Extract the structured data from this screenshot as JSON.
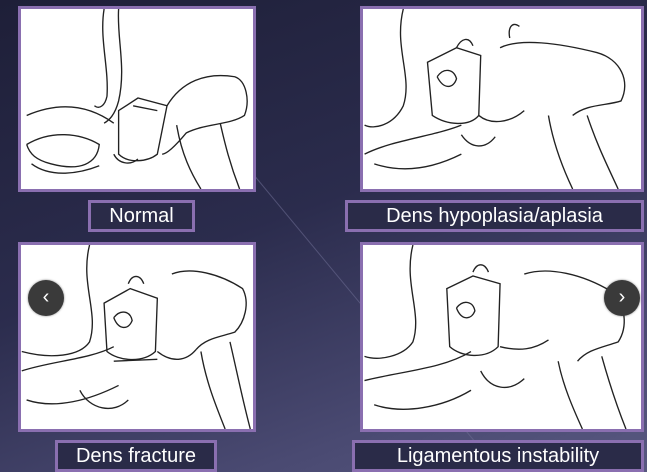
{
  "slides": {
    "panels": [
      {
        "caption": "Normal"
      },
      {
        "caption": "Dens hypoplasia/aplasia"
      },
      {
        "caption": "Dens fracture"
      },
      {
        "caption": "Ligamentous instability"
      }
    ]
  },
  "navigation": {
    "prev_glyph": "‹",
    "next_glyph": "›",
    "prev_icon": "chevron-left-icon",
    "next_icon": "chevron-right-icon"
  },
  "theme": {
    "border_color": "#8a6fb0",
    "caption_text_color": "#ffffff"
  }
}
